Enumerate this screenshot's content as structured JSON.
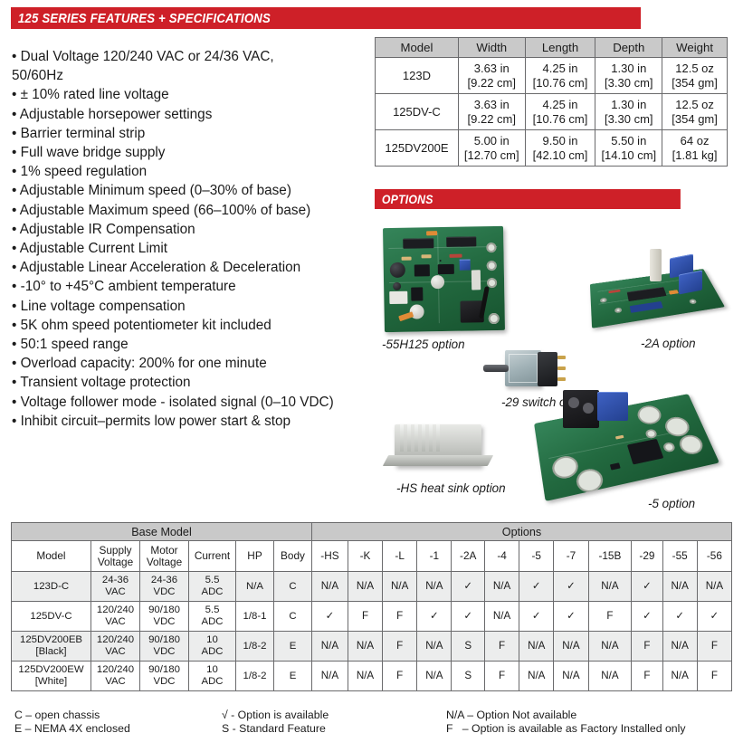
{
  "features_banner": {
    "title": "125 SERIES FEATURES + SPECIFICATIONS"
  },
  "options_banner": {
    "title": "OPTIONS"
  },
  "features": {
    "items": [
      "• Dual Voltage 120/240 VAC or 24/36 VAC,\n50/60Hz",
      "• ± 10% rated line voltage",
      "• Adjustable horsepower settings",
      "• Barrier terminal strip",
      "• Full wave bridge supply",
      "• 1% speed regulation",
      "• Adjustable Minimum speed (0–30% of base)",
      "• Adjustable Maximum speed (66–100% of base)",
      "• Adjustable IR Compensation",
      "• Adjustable Current Limit",
      "• Adjustable Linear Acceleration & Deceleration",
      "• -10° to +45°C ambient temperature",
      "• Line voltage compensation",
      "• 5K ohm speed potentiometer kit included",
      "• 50:1 speed range",
      "• Overload capacity: 200% for one minute",
      "• Transient voltage protection",
      "• Voltage follower mode - isolated signal (0–10 VDC)",
      "• Inhibit circuit–permits low power start & stop"
    ]
  },
  "spec_table": {
    "headers": [
      "Model",
      "Width",
      "Length",
      "Depth",
      "Weight"
    ],
    "rows": [
      {
        "model": "123D",
        "width_in": "3.63 in",
        "width_cm": "[9.22 cm]",
        "length_in": "4.25 in",
        "length_cm": "[10.76 cm]",
        "depth_in": "1.30 in",
        "depth_cm": "[3.30 cm]",
        "weight_oz": "12.5 oz",
        "weight_g": "[354 gm]"
      },
      {
        "model": "125DV-C",
        "width_in": "3.63 in",
        "width_cm": "[9.22 cm]",
        "length_in": "4.25 in",
        "length_cm": "[10.76 cm]",
        "depth_in": "1.30 in",
        "depth_cm": "[3.30 cm]",
        "weight_oz": "12.5 oz",
        "weight_g": "[354 gm]"
      },
      {
        "model": "125DV200E",
        "width_in": "5.00 in",
        "width_cm": "[12.70 cm]",
        "length_in": "9.50 in",
        "length_cm": "[42.10 cm]",
        "depth_in": "5.50 in",
        "depth_cm": "[14.10 cm]",
        "weight_oz": "64 oz",
        "weight_g": "[1.81 kg]"
      }
    ]
  },
  "option_figures": [
    {
      "caption": "-55H125 option"
    },
    {
      "caption": "-2A option"
    },
    {
      "caption": "-29 switch option"
    },
    {
      "caption": "-HS heat sink option"
    },
    {
      "caption": "-5 option"
    }
  ],
  "matrix": {
    "group_headers": {
      "base": "Base Model",
      "options": "Options"
    },
    "base_columns": [
      "Model",
      "Supply\nVoltage",
      "Motor\nVoltage",
      "Current",
      "HP",
      "Body"
    ],
    "option_columns": [
      "-HS",
      "-K",
      "-L",
      "-1",
      "-2A",
      "-4",
      "-5",
      "-7",
      "-15B",
      "-29",
      "-55",
      "-56"
    ],
    "rows": [
      {
        "model": "123D-C",
        "supply_voltage": "24-36\nVAC",
        "motor_voltage": "24-36\nVDC",
        "current": "5.5\nADC",
        "hp": "N/A",
        "body": "C",
        "options": [
          "N/A",
          "N/A",
          "N/A",
          "N/A",
          "✓",
          "N/A",
          "✓",
          "✓",
          "N/A",
          "✓",
          "N/A",
          "N/A"
        ]
      },
      {
        "model": "125DV-C",
        "supply_voltage": "120/240\nVAC",
        "motor_voltage": "90/180\nVDC",
        "current": "5.5\nADC",
        "hp": "1/8-1",
        "body": "C",
        "options": [
          "✓",
          "F",
          "F",
          "✓",
          "✓",
          "N/A",
          "✓",
          "✓",
          "F",
          "✓",
          "✓",
          "✓"
        ]
      },
      {
        "model": "125DV200EB\n[Black]",
        "supply_voltage": "120/240\nVAC",
        "motor_voltage": "90/180\nVDC",
        "current": "10\nADC",
        "hp": "1/8-2",
        "body": "E",
        "options": [
          "N/A",
          "N/A",
          "F",
          "N/A",
          "S",
          "F",
          "N/A",
          "N/A",
          "N/A",
          "F",
          "N/A",
          "F"
        ]
      },
      {
        "model": "125DV200EW\n[White]",
        "supply_voltage": "120/240\nVAC",
        "motor_voltage": "90/180\nVDC",
        "current": "10\nADC",
        "hp": "1/8-2",
        "body": "E",
        "options": [
          "N/A",
          "N/A",
          "F",
          "N/A",
          "S",
          "F",
          "N/A",
          "N/A",
          "N/A",
          "F",
          "N/A",
          "F"
        ]
      }
    ]
  },
  "legend": {
    "column1": [
      "C – open chassis",
      "E – NEMA 4X enclosed"
    ],
    "column2": [
      "√ - Option is available",
      "S - Standard Feature"
    ],
    "column3": [
      "N/A – Option Not available",
      "F   – Option is available as Factory Installed only"
    ]
  },
  "colors": {
    "banner_red": "#ce2028",
    "header_grey": "#c9c9c9",
    "row_shade": "#eceded",
    "border": "#58585a"
  }
}
